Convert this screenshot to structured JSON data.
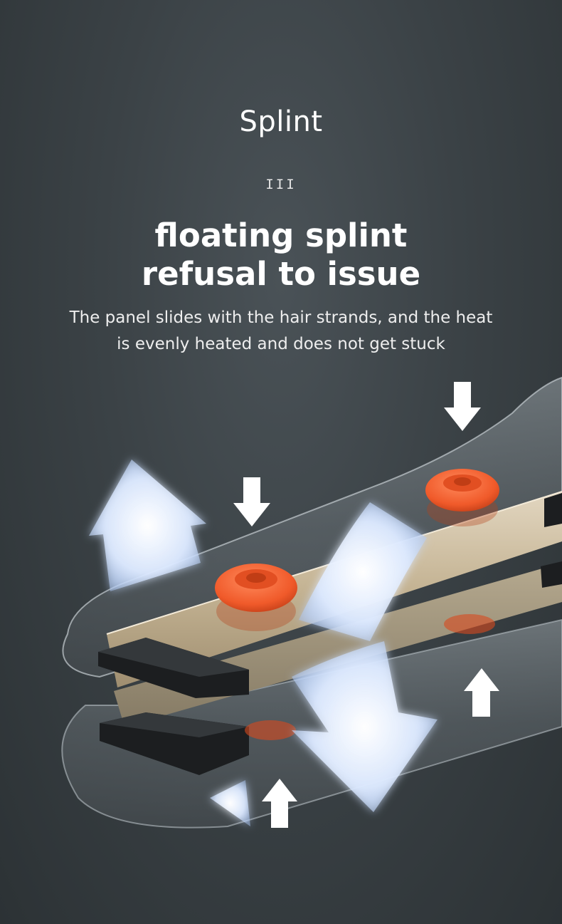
{
  "section": {
    "label": "Splint",
    "divider": "III"
  },
  "headline": {
    "line1": "floating splint",
    "line2": "refusal to issue"
  },
  "description": {
    "line1": "The panel slides with the hair strands, and the heat",
    "line2": "is evenly heated and does not get stuck"
  },
  "colors": {
    "background": "#3b4246",
    "text": "#ffffff",
    "accent_orange": "#f06030",
    "plate_gold": "#c9b89a",
    "airflow_glow": "#d8e8ff"
  }
}
